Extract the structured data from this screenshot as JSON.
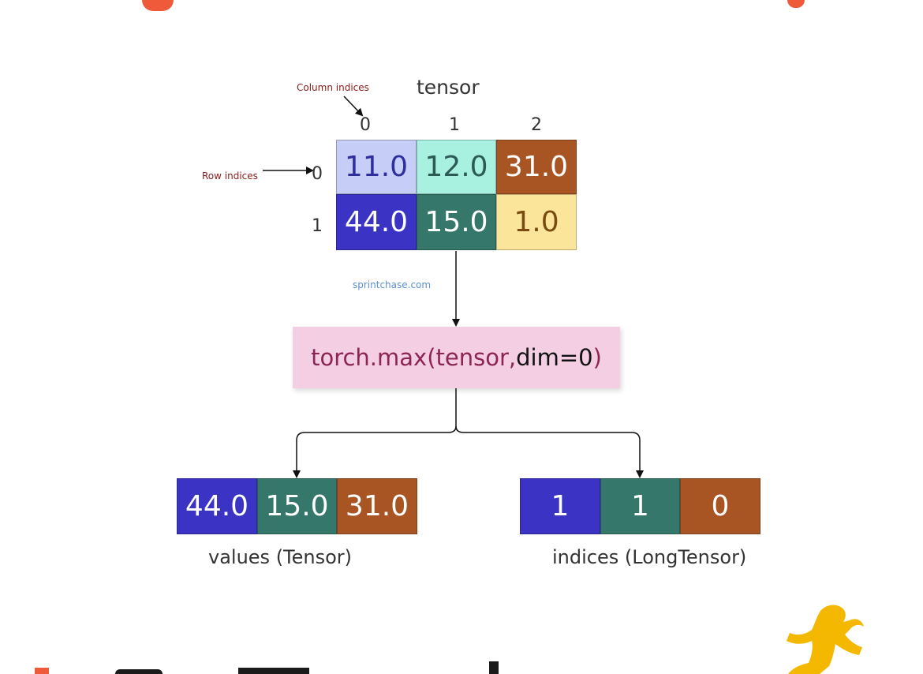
{
  "tensor_title": "tensor",
  "annotations": {
    "column_indices": "Column indices",
    "row_indices": "Row indices",
    "watermark": "sprintchase.com"
  },
  "column_headers": [
    "0",
    "1",
    "2"
  ],
  "row_headers": [
    "0",
    "1"
  ],
  "tensor": {
    "rows": [
      [
        {
          "text": "11.0",
          "bg": "#c6cdf6",
          "fg": "#2e2e9e"
        },
        {
          "text": "12.0",
          "bg": "#a8f0df",
          "fg": "#2b5a57"
        },
        {
          "text": "31.0",
          "bg": "#a85523",
          "fg": "#ffffff"
        }
      ],
      [
        {
          "text": "44.0",
          "bg": "#3a33c4",
          "fg": "#ffffff"
        },
        {
          "text": "15.0",
          "bg": "#35776b",
          "fg": "#ffffff"
        },
        {
          "text": "1.0",
          "bg": "#fbe59a",
          "fg": "#7a4a10"
        }
      ]
    ]
  },
  "function_call": {
    "prefix": "torch.max(tensor, ",
    "arg": "dim=0",
    "suffix": ")"
  },
  "values": {
    "caption": "values (Tensor)",
    "cells": [
      {
        "text": "44.0",
        "bg": "#3a33c4"
      },
      {
        "text": "15.0",
        "bg": "#35776b"
      },
      {
        "text": "31.0",
        "bg": "#a85523"
      }
    ]
  },
  "indices": {
    "caption": "indices (LongTensor)",
    "cells": [
      {
        "text": "1",
        "bg": "#3a33c4"
      },
      {
        "text": "1",
        "bg": "#35776b"
      },
      {
        "text": "0",
        "bg": "#a85523"
      }
    ]
  },
  "colors": {
    "accent_orange": "#ee5a3a",
    "logo_yellow": "#f5b800"
  }
}
